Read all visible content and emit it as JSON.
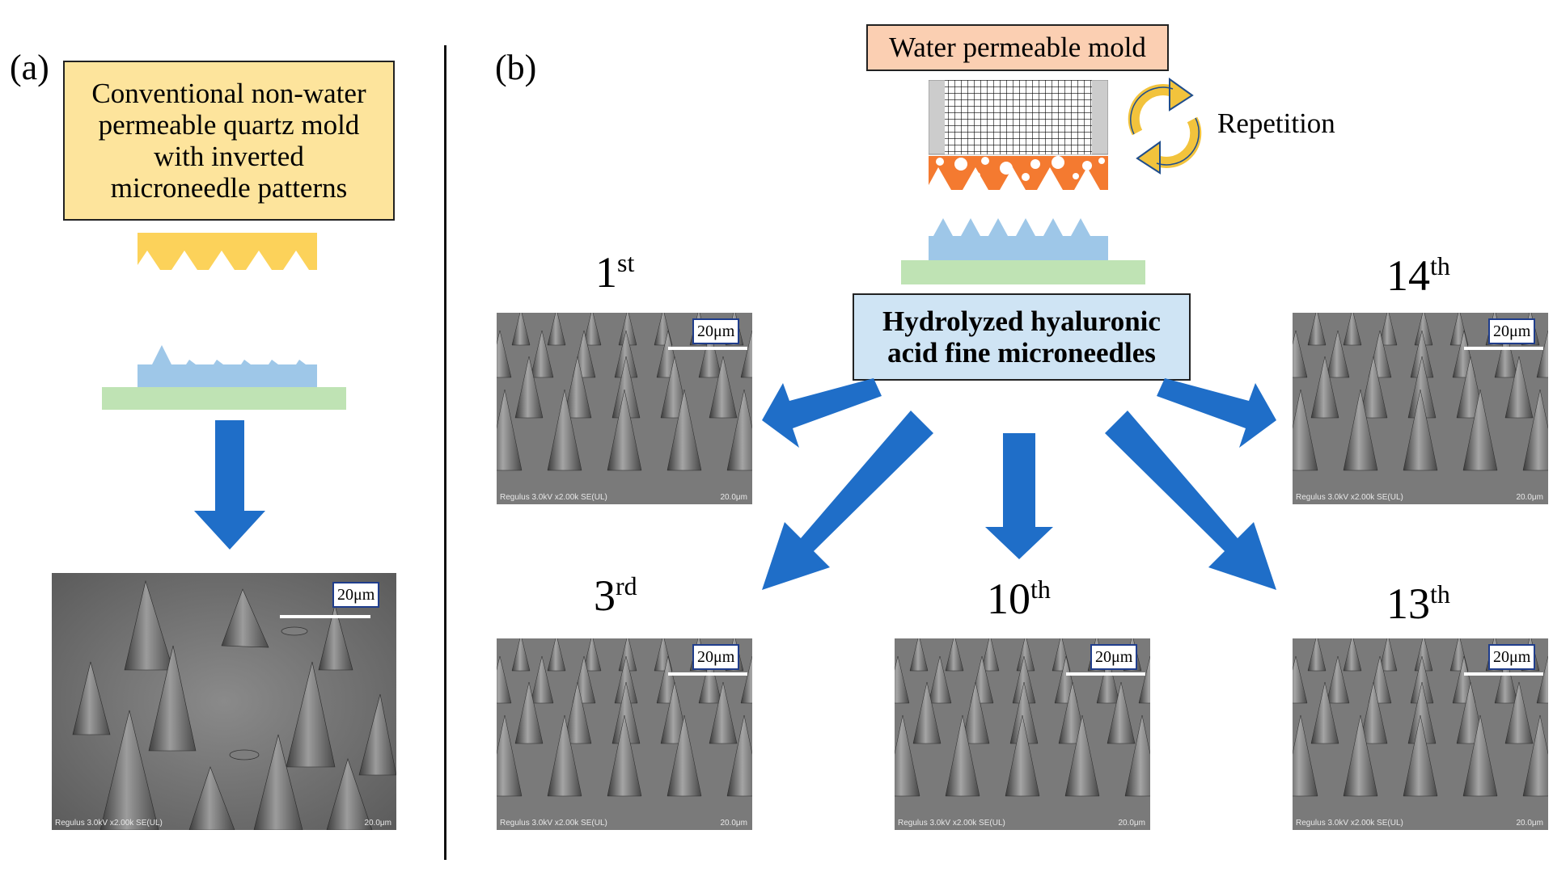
{
  "panel_a": {
    "label": "(a)",
    "box_text_lines": [
      "Conventional non-water",
      "permeable quartz mold",
      "with inverted",
      "microneedle patterns"
    ],
    "sem": {
      "scale": "20μm",
      "footer_left": "Regulus 3.0kV x2.00k SE(UL)",
      "footer_right": "20.0μm"
    }
  },
  "panel_b": {
    "label": "(b)",
    "mold_label": "Water permeable mold",
    "repetition_label": "Repetition",
    "center_box_lines": [
      "Hydrolyzed hyaluronic",
      "acid fine microneedles"
    ],
    "images": [
      {
        "num": "1",
        "sup": "st",
        "scale": "20μm",
        "footer_left": "Regulus 3.0kV x2.00k SE(UL)",
        "footer_right": "20.0μm"
      },
      {
        "num": "14",
        "sup": "th",
        "scale": "20μm",
        "footer_left": "Regulus 3.0kV x2.00k SE(UL)",
        "footer_right": "20.0μm"
      },
      {
        "num": "3",
        "sup": "rd",
        "scale": "20μm",
        "footer_left": "Regulus 3.0kV x2.00k SE(UL)",
        "footer_right": "20.0μm"
      },
      {
        "num": "10",
        "sup": "th",
        "scale": "20μm",
        "footer_left": "Regulus 3.0kV x2.00k SE(UL)",
        "footer_right": "20.0μm"
      },
      {
        "num": "13",
        "sup": "th",
        "scale": "20μm",
        "footer_left": "Regulus 3.0kV x2.00k SE(UL)",
        "footer_right": "20.0μm"
      }
    ]
  },
  "colors": {
    "quartz_box": "#fde49c",
    "quartz_mold": "#fcd25a",
    "permeable_box": "#fbcfb2",
    "permeable_base": "#f47a30",
    "microneedle": "#9ec7e8",
    "substrate": "#bfe3b4",
    "center_box": "#cfe4f4",
    "arrow": "#1f6ec8",
    "repetition": "#f2c33c"
  }
}
